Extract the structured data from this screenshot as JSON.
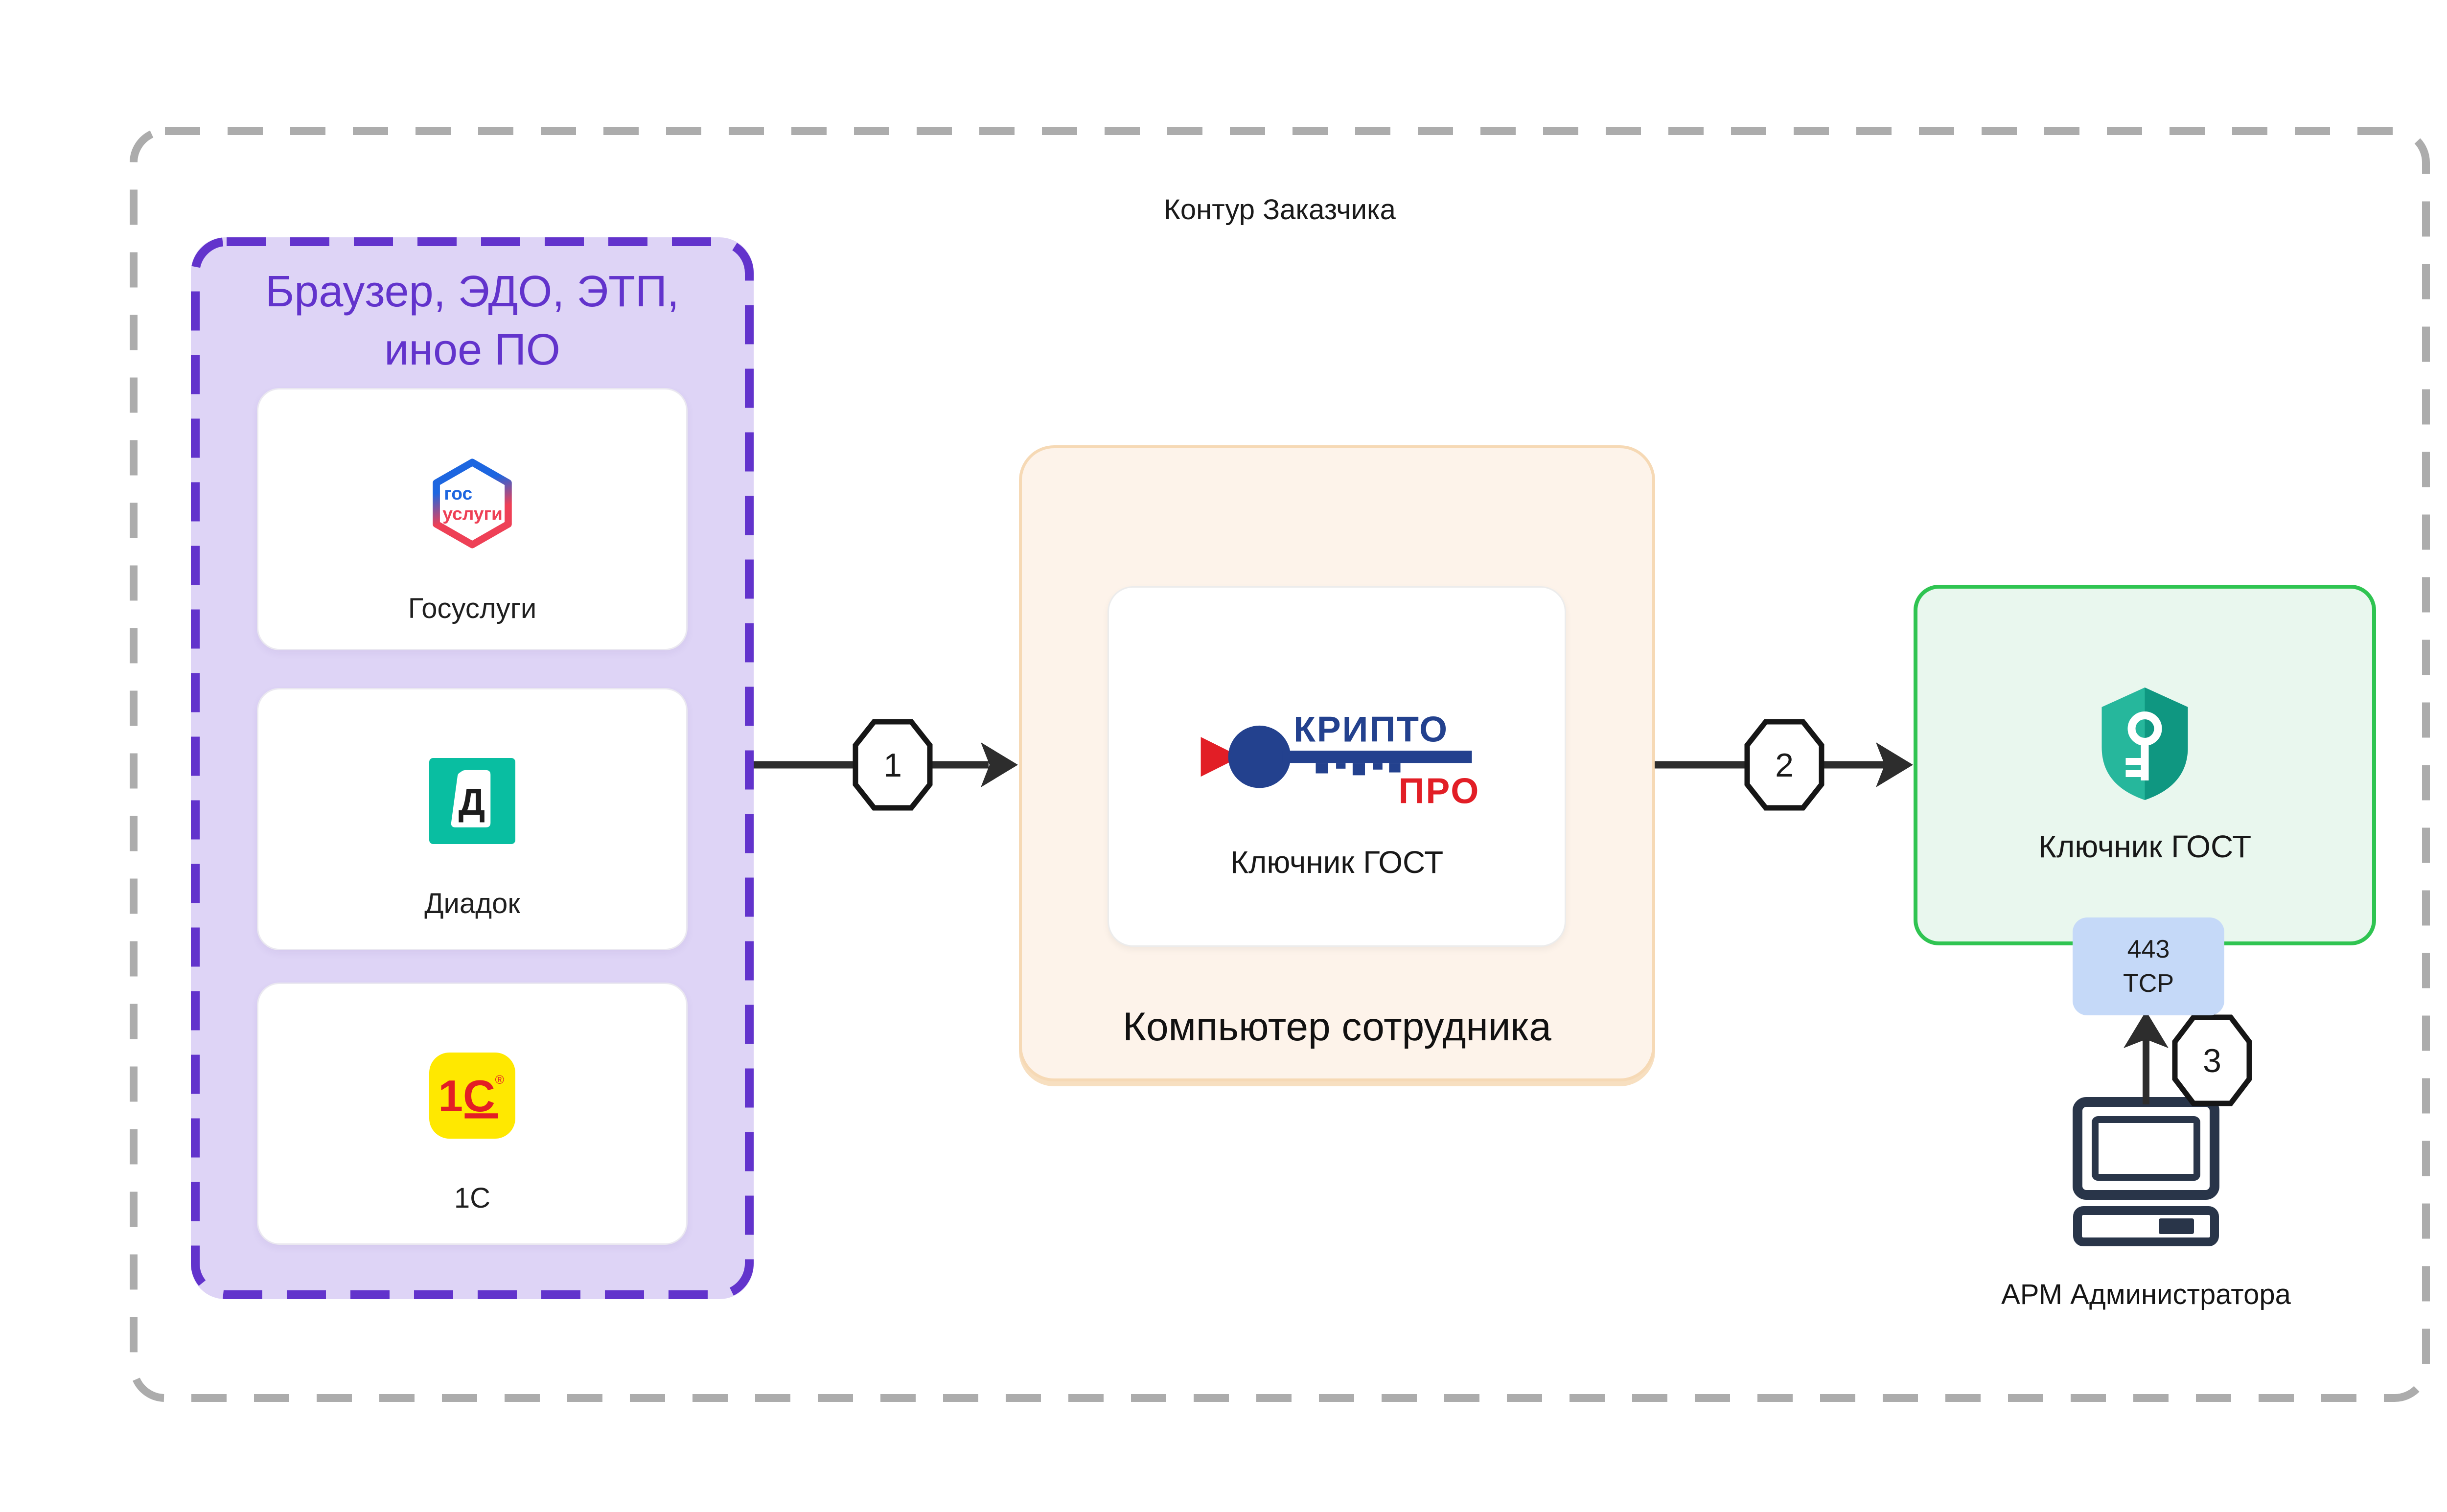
{
  "colors": {
    "outer_dash": "#ACACAC",
    "purple": "#6233CC",
    "purple_fill": "#DED4F6",
    "card_border": "#EAE8F0",
    "orange_fill": "#FDF3EA",
    "orange_border": "#F6D9B5",
    "green_border": "#2FC451",
    "green_fill": "#E9F7EE",
    "badge_blue": "#C5D9F8",
    "arrow": "#2D2D2D",
    "octagon_stroke": "#161616",
    "teal": "#09BEA1",
    "yellow": "#FFE800",
    "red": "#E31E25",
    "kripto_blue": "#23418E",
    "kripto_red": "#E21E26",
    "shield_left": "#26B79C",
    "shield_right": "#0F9781",
    "navy": "#293549",
    "gos_blue": "#1D66E0",
    "gos_red": "#EE4056",
    "text_dark": "#1A1A1A"
  },
  "outer": {
    "label": "Контур Заказчика"
  },
  "apps_group": {
    "title_line1": "Браузер, ЭДО, ЭТП,",
    "title_line2": "иное ПО",
    "cards": [
      {
        "label": "Госуслуги",
        "logo_top": "гос",
        "logo_bottom": "услуги"
      },
      {
        "label": "Диадок",
        "logo_letter": "Д"
      },
      {
        "label": "1С",
        "logo_text": "1С",
        "logo_reg": "®"
      }
    ]
  },
  "computer_group": {
    "label": "Компьютер сотрудника",
    "card_label": "Ключник ГОСТ",
    "logo_line1": "КРИПТО",
    "logo_line2": "ПРО"
  },
  "gateway_group": {
    "label": "Ключник ГОСТ"
  },
  "port_badge": {
    "port": "443",
    "protocol": "TCP"
  },
  "admin": {
    "label": "АРМ Администратора"
  },
  "steps": [
    {
      "n": "1"
    },
    {
      "n": "2"
    },
    {
      "n": "3"
    }
  ]
}
